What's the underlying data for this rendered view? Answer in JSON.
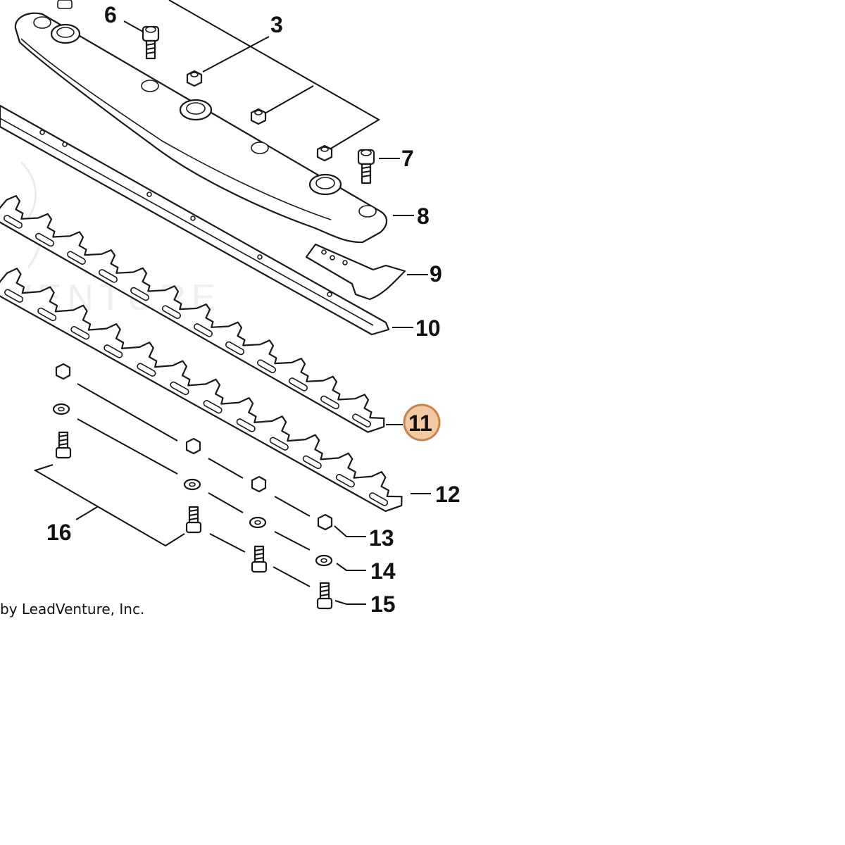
{
  "diagram": {
    "callouts": [
      {
        "id": "c3",
        "text": "3"
      },
      {
        "id": "c6",
        "text": "6"
      },
      {
        "id": "c7",
        "text": "7"
      },
      {
        "id": "c8",
        "text": "8"
      },
      {
        "id": "c9",
        "text": "9"
      },
      {
        "id": "c10",
        "text": "10"
      },
      {
        "id": "c11",
        "text": "11",
        "highlighted": true
      },
      {
        "id": "c12",
        "text": "12"
      },
      {
        "id": "c13",
        "text": "13"
      },
      {
        "id": "c14",
        "text": "14"
      },
      {
        "id": "c15",
        "text": "15"
      },
      {
        "id": "c16",
        "text": "16"
      }
    ],
    "credit": "by LeadVenture, Inc.",
    "watermark": "VENTURE",
    "colors": {
      "highlight_fill": "#f1c9a3",
      "highlight_stroke": "#c8824a",
      "line": "#111111"
    }
  }
}
